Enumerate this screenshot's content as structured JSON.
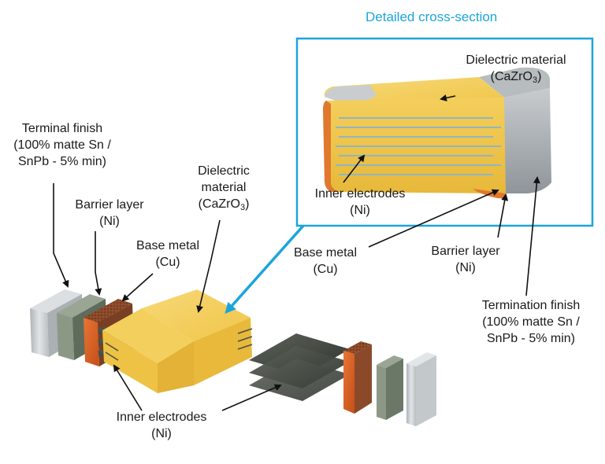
{
  "detail_title": "Detailed cross-section",
  "colors": {
    "accent_blue": "#1ba5dd",
    "dielectric": "#f2c94c",
    "copper": "#c8581f",
    "nickel": "#7f8e7a",
    "tin": "#cfd3d6",
    "electrode": "#4a5048"
  },
  "exploded_labels": {
    "terminal_finish": [
      "Terminal finish",
      "(100% matte Sn /",
      "SnPb - 5% min)"
    ],
    "barrier_layer": [
      "Barrier layer",
      "(Ni)"
    ],
    "base_metal": [
      "Base metal",
      "(Cu)"
    ],
    "dielectric": {
      "line1": "Dielectric",
      "line2": "material",
      "formula_prefix": "(CaZrO",
      "formula_sub": "3",
      "formula_suffix": ")"
    },
    "inner_electrodes": [
      "Inner electrodes",
      "(Ni)"
    ]
  },
  "detail_labels": {
    "dielectric": {
      "line1": "Dielectric material",
      "formula_prefix": "(CaZrO",
      "formula_sub": "3",
      "formula_suffix": ")"
    },
    "inner_electrodes": [
      "Inner electrodes",
      "(Ni)"
    ],
    "base_metal": [
      "Base metal",
      "(Cu)"
    ],
    "barrier_layer": [
      "Barrier layer",
      "(Ni)"
    ],
    "termination_finish": [
      "Termination finish",
      "(100% matte Sn /",
      "SnPb - 5% min)"
    ]
  }
}
